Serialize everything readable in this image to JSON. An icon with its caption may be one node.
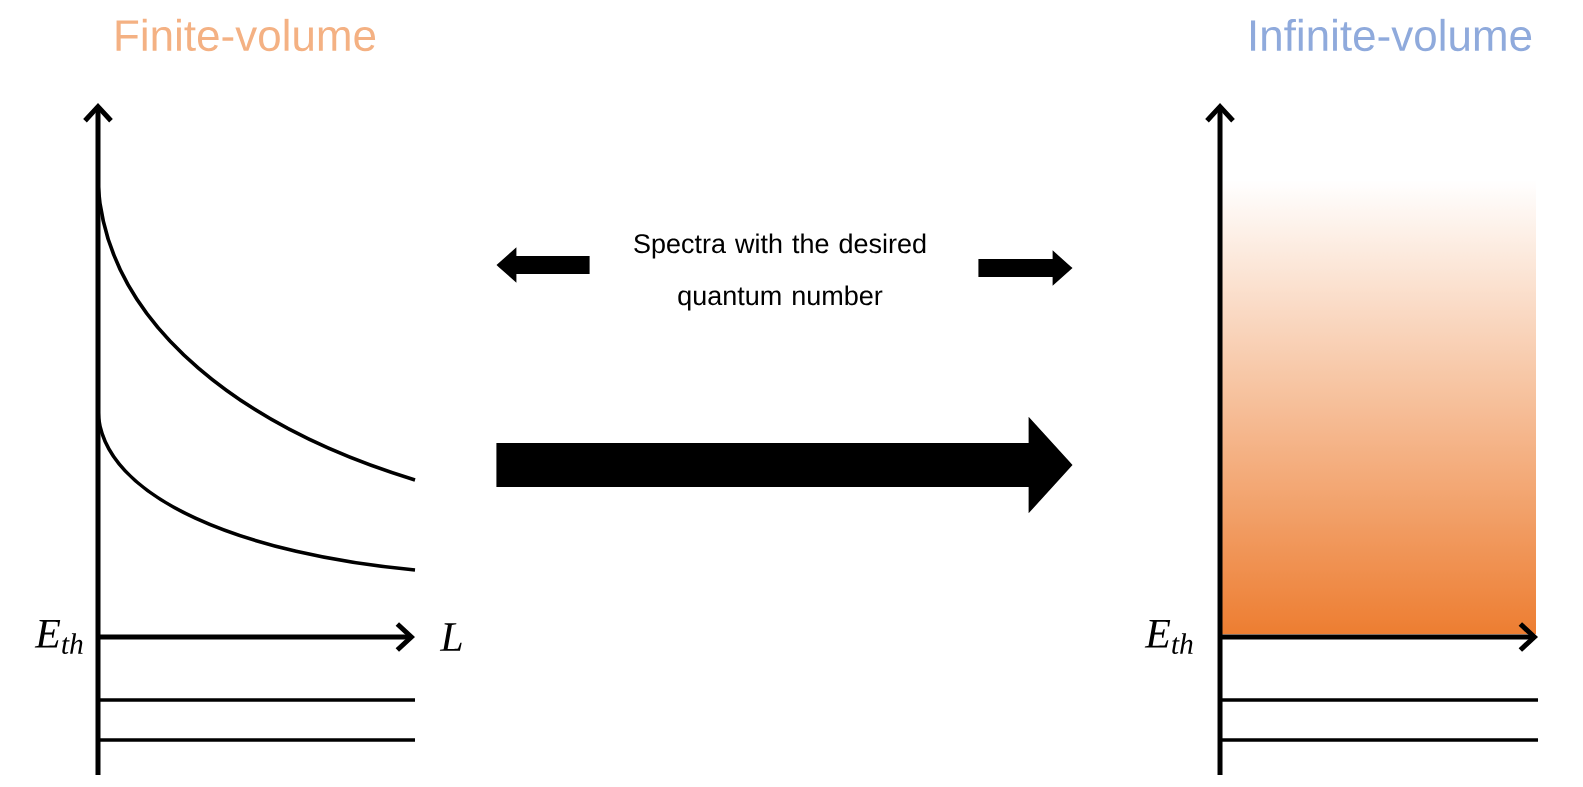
{
  "diagram": {
    "nodes": [
      {
        "text": [
          "Finite-volume",
          "E$_{th}$",
          "L"
        ]
      },
      {
        "text": [
          "Infinite-volume",
          "E$_{th}$"
        ]
      },
      {
        "text": [
          "Spectra with the desired quantum number"
        ]
      }
    ],
    "edges": [
      {
        "from": 2,
        "to": 0,
        "arrow": "to"
      },
      {
        "from": 2,
        "to": 1,
        "arrow": "to"
      },
      {
        "from": 0,
        "to": 1,
        "arrow": "to",
        "style": "thick"
      }
    ]
  }
}
